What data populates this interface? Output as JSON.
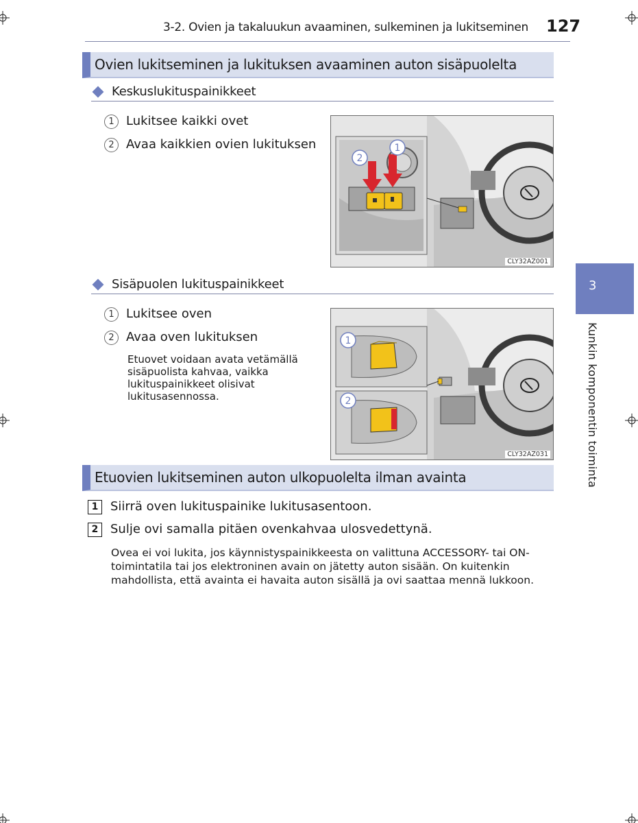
{
  "header": {
    "running_title": "3-2. Ovien ja takaluukun avaaminen, sulkeminen ja lukitseminen",
    "page_number": "127"
  },
  "side_tab": {
    "number": "3",
    "label": "Kunkin komponentin toiminta"
  },
  "section1": {
    "title": "Ovien lukitseminen ja lukituksen avaaminen auton sisäpuolelta",
    "central": {
      "title": "Keskuslukituspainikkeet",
      "items": [
        {
          "marker": "1",
          "text": "Lukitsee kaikki ovet"
        },
        {
          "marker": "2",
          "text": "Avaa kaikkien ovien lukituksen"
        }
      ],
      "figure_code": "CLY32AZ001"
    },
    "inside": {
      "title": "Sisäpuolen lukituspainikkeet",
      "items": [
        {
          "marker": "1",
          "text": "Lukitsee oven"
        },
        {
          "marker": "2",
          "text": "Avaa oven lukituksen"
        }
      ],
      "note": "Etuovet voidaan avata vetämällä sisäpuolista kahvaa, vaikka lukituspainikkeet olisivat lukitusasennossa.",
      "figure_code": "CLY32AZ031"
    }
  },
  "section2": {
    "title": "Etuovien lukitseminen auton ulkopuolelta ilman avainta",
    "steps": [
      {
        "marker": "1",
        "text": "Siirrä oven lukituspainike lukitusasentoon."
      },
      {
        "marker": "2",
        "text": "Sulje ovi samalla pitäen ovenkahvaa ulosvedettynä."
      }
    ],
    "note": "Ovea ei voi lukita, jos käynnistyspainikkeesta on valittuna ACCESSORY- tai ON-toimintatila tai jos elektroninen avain on jätetty auton sisään. On kuitenkin mahdollista, että avainta ei havaita auton sisällä ja ovi saattaa mennä lukkoon."
  },
  "colors": {
    "accent": "#6f7fbf",
    "heading_bg": "#d9dfee",
    "arrow_red": "#d8262e",
    "button_yellow": "#f2c21a"
  }
}
